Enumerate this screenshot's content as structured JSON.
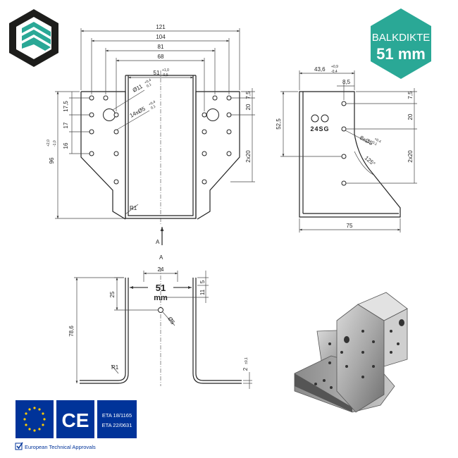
{
  "badge": {
    "title": "BALKDIKTE",
    "value": "51 mm",
    "color": "#2aa896"
  },
  "logo": {
    "colors": [
      "#2aa896",
      "#1d1d1b"
    ]
  },
  "front_view": {
    "width_dims": [
      "121",
      "104",
      "81",
      "68"
    ],
    "inner_width": "51",
    "inner_width_tol_upper": "+1,0",
    "inner_width_tol_lower": "-0,5",
    "hole_large": "Ø11",
    "hole_large_tol_upper": "+0,4",
    "hole_large_tol_lower": "0,1",
    "holes_small": "14xØ5",
    "holes_small_tol_upper": "+0,4",
    "holes_small_tol_lower": "0,1",
    "left_dims": [
      "17,5",
      "17",
      "16"
    ],
    "height": "96",
    "height_tol_upper": "+2,0",
    "height_tol_lower": "-1,0",
    "right_dims": [
      "7,5",
      "20",
      "2x20"
    ],
    "radius": "R1",
    "section_label": "A"
  },
  "side_view": {
    "top_dim": "43,6",
    "top_dim_tol_upper": "+0,9",
    "top_dim_tol_lower": "-0,4",
    "top_small": "8,5",
    "left_dim": "52,5",
    "right_dims": [
      "7,5",
      "20",
      "2x20"
    ],
    "holes": "8xØ5",
    "holes_tol_upper": "+0,4",
    "holes_tol_lower": "0,1",
    "angle": "125°",
    "bottom_dim": "75",
    "stamp_text": "24SG"
  },
  "section_view": {
    "section_label": "A",
    "top_dim": "24",
    "inner_label": "51",
    "inner_unit": "mm",
    "left_dim": "25",
    "height": "78,6",
    "right_dims": [
      "5",
      "11"
    ],
    "hole": "Ø5",
    "radius": "R1",
    "thickness": "2",
    "thickness_tol": "±0,1"
  },
  "certifications": {
    "eu_flag_color": "#003399",
    "ce_mark": "CE",
    "eta_lines": [
      "ETA 18/1165",
      "ETA 22/0631"
    ],
    "approvals_label": "European Technical Approvals"
  }
}
